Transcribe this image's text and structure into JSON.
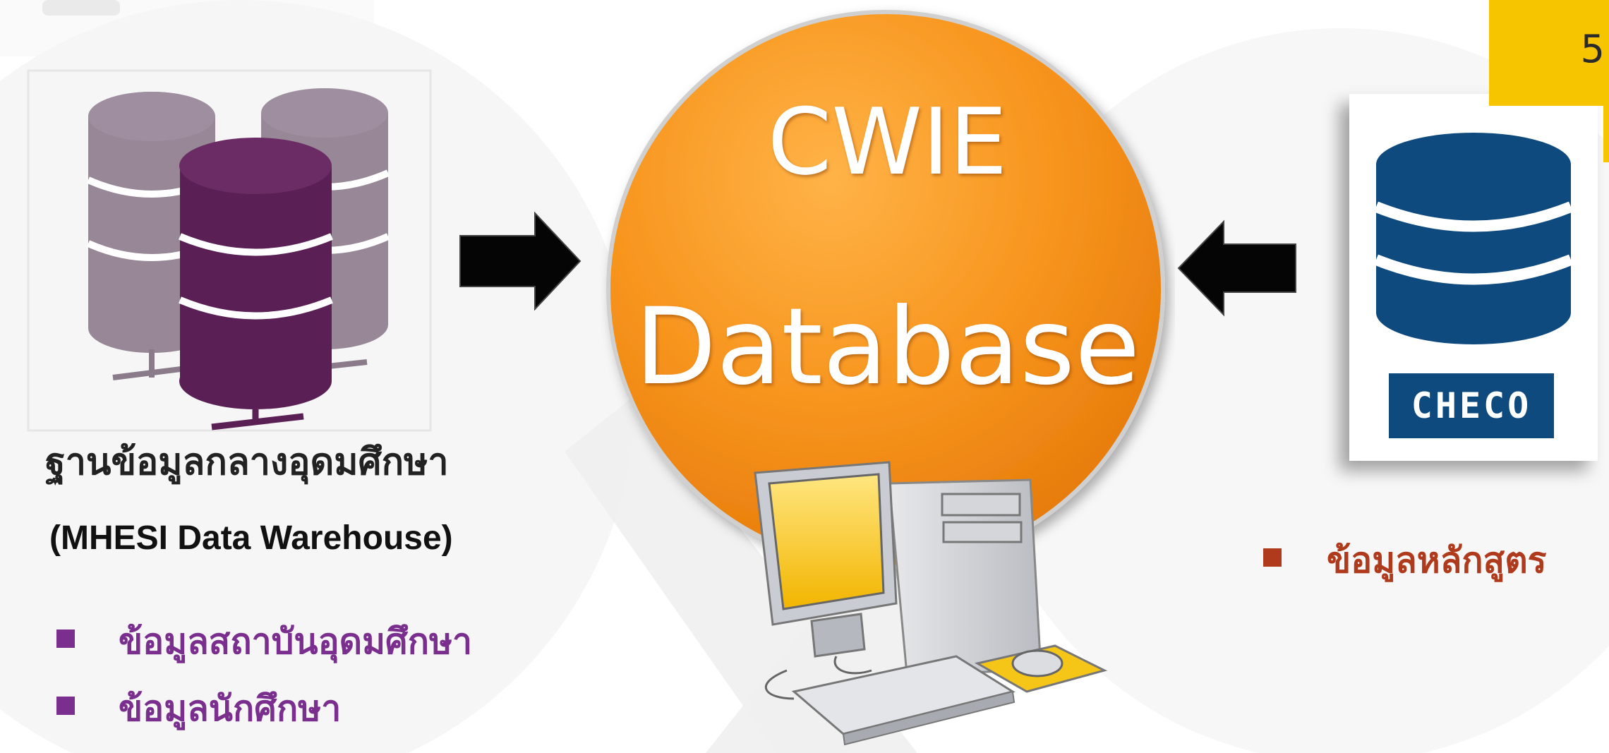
{
  "slide": {
    "number": "5"
  },
  "center": {
    "title_line1": "CWIE",
    "title_line2": "Database"
  },
  "left_source": {
    "title_th": "ฐานข้อมูลกลางอุดมศึกษา",
    "title_en": "(MHESI Data Warehouse)",
    "items": [
      {
        "label": "ข้อมูลสถาบันอุดมศึกษา"
      },
      {
        "label": "ข้อมูลนักศึกษา"
      }
    ]
  },
  "right_source": {
    "logo_text": "CHECO",
    "items": [
      {
        "label": "ข้อมูลหลักสูตร"
      }
    ]
  },
  "colors": {
    "circle_orange": "#f7941d",
    "purple_text": "#7a2e8e",
    "red_text": "#b03a1c",
    "checo_blue": "#0f4a7e",
    "slide_number_yellow": "#f7c400"
  },
  "icons": [
    "database-stack-icon",
    "database-icon",
    "computer-icon",
    "arrow-right-icon",
    "arrow-left-icon"
  ]
}
